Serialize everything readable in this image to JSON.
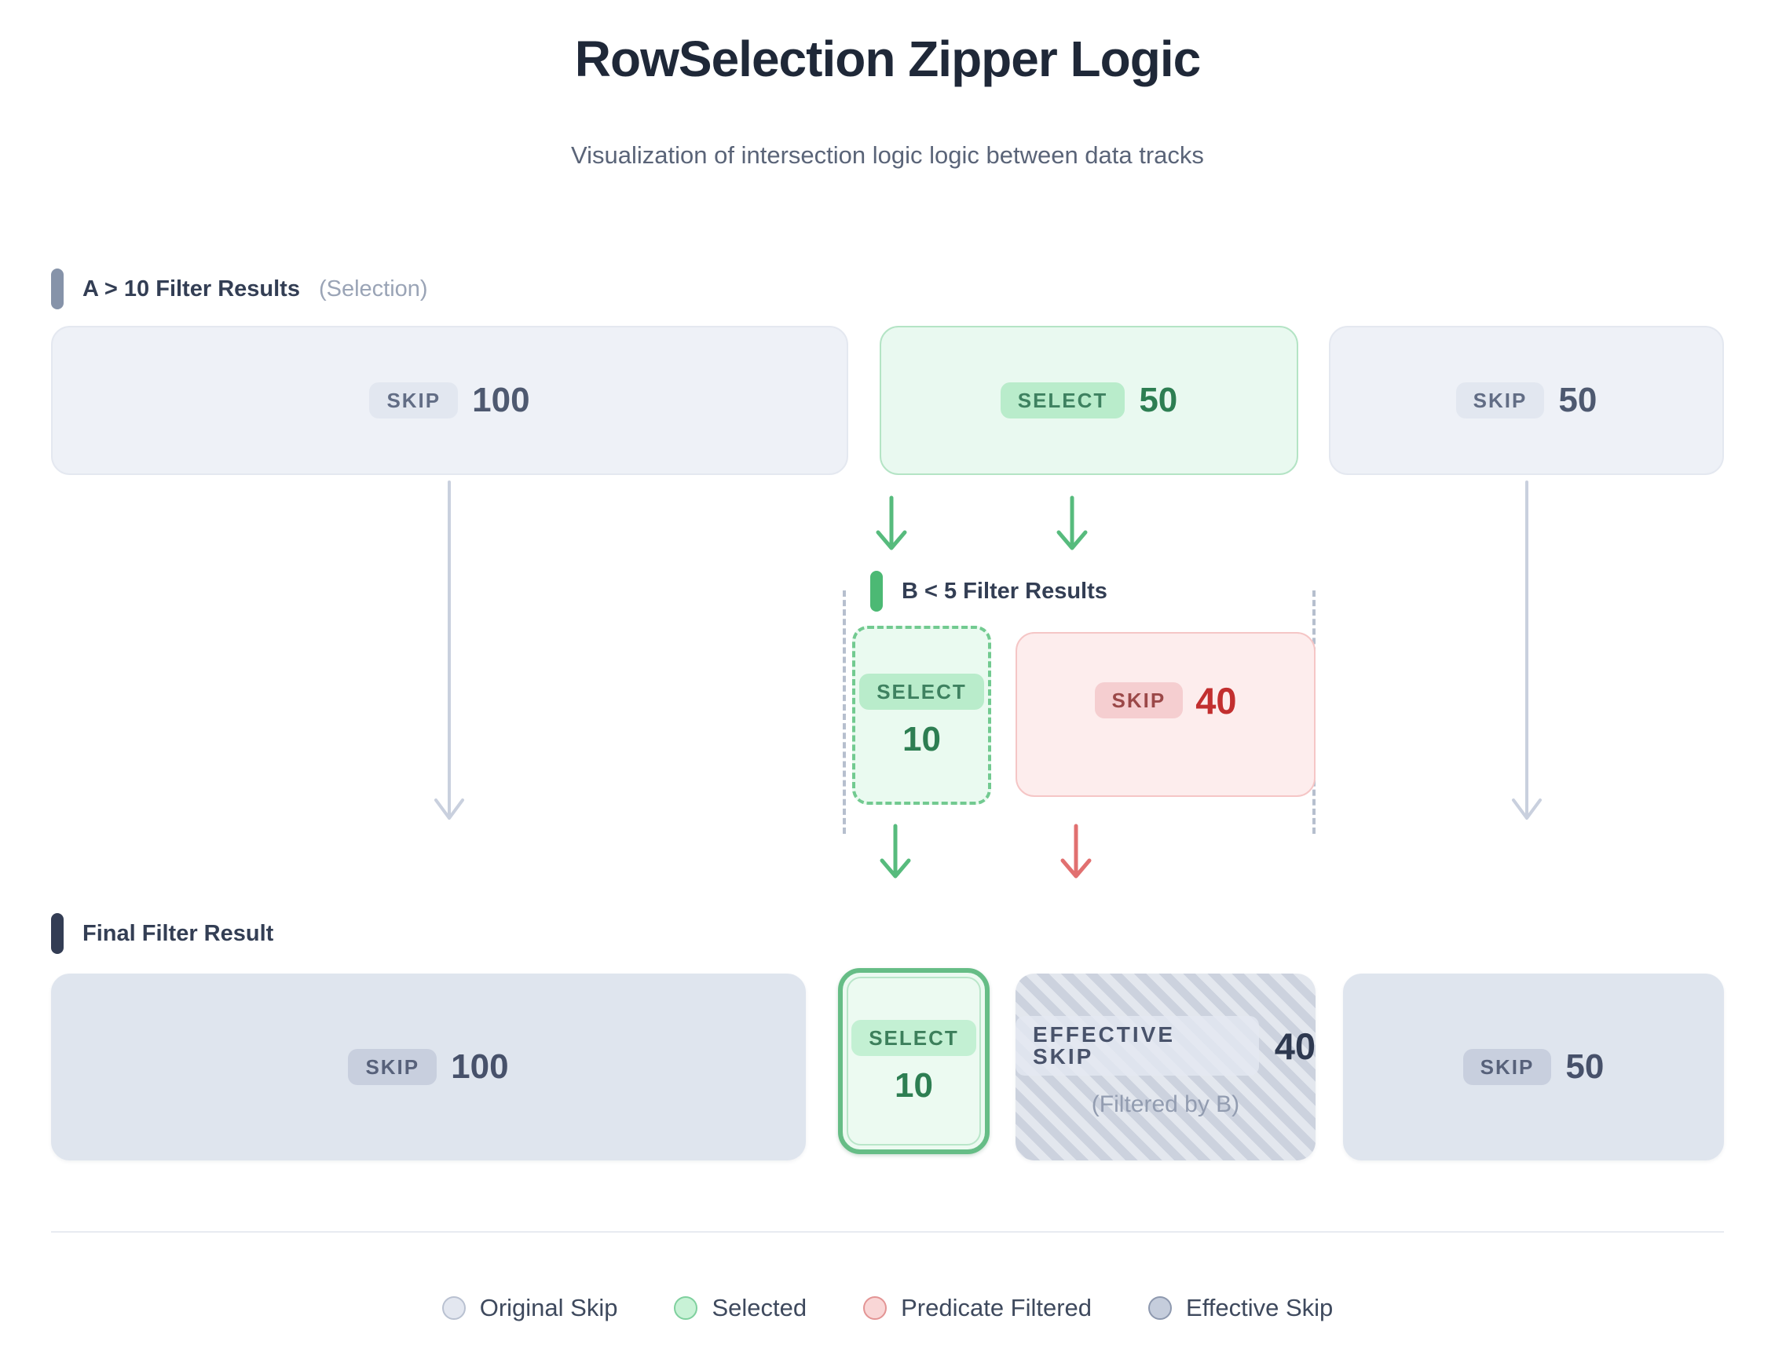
{
  "page": {
    "title": "RowSelection Zipper Logic",
    "subtitle": "Visualization of intersection logic logic between data tracks"
  },
  "track_a": {
    "label": "A > 10 Filter Results",
    "sublabel": "(Selection)",
    "skip1": {
      "badge": "SKIP",
      "value": "100"
    },
    "select": {
      "badge": "SELECT",
      "value": "50"
    },
    "skip2": {
      "badge": "SKIP",
      "value": "50"
    }
  },
  "track_b": {
    "label": "B < 5 Filter Results",
    "select": {
      "badge": "SELECT",
      "value": "10"
    },
    "skip": {
      "badge": "SKIP",
      "value": "40"
    }
  },
  "final": {
    "label": "Final Filter Result",
    "skip1": {
      "badge": "SKIP",
      "value": "100"
    },
    "select": {
      "badge": "SELECT",
      "value": "10"
    },
    "effective": {
      "badge": "EFFECTIVE SKIP",
      "value": "40",
      "note": "(Filtered by B)"
    },
    "skip2": {
      "badge": "SKIP",
      "value": "50"
    }
  },
  "legend": {
    "original_skip": "Original Skip",
    "selected": "Selected",
    "predicate_filtered": "Predicate Filtered",
    "effective_skip": "Effective Skip"
  },
  "colors": {
    "accent_green": "#57bb7d",
    "accent_red": "#e17070",
    "skip_gray": "#eef1f7",
    "final_gray": "#dfe5ee",
    "title_navy": "#1f2838"
  }
}
